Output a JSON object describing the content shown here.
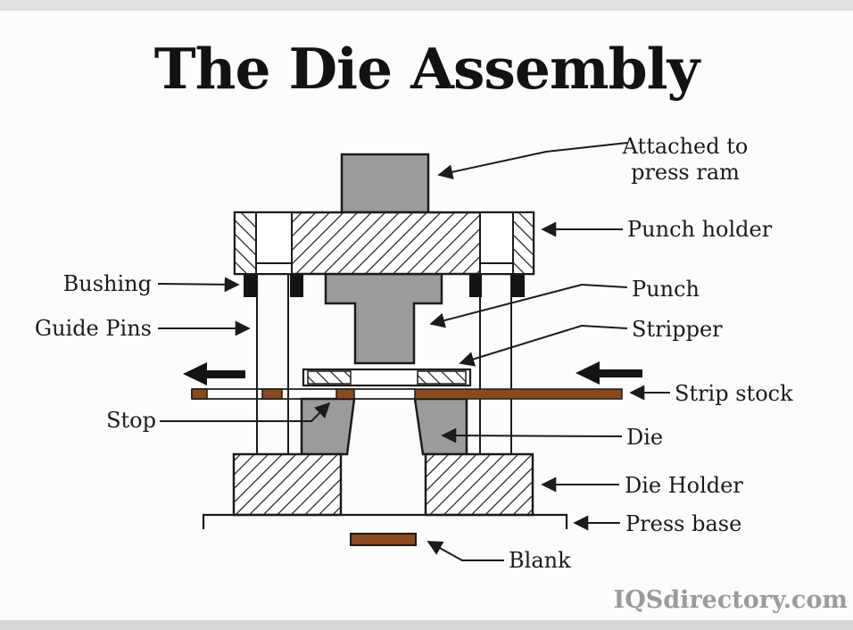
{
  "page": {
    "title": "The Die Assembly",
    "watermark": "IQSdirectory.com"
  },
  "labels": {
    "attached_line1": "Attached to",
    "attached_line2": "press ram",
    "punch_holder": "Punch holder",
    "bushing": "Bushing",
    "guide_pins": "Guide Pins",
    "punch": "Punch",
    "stripper": "Stripper",
    "strip_stock": "Strip stock",
    "stop": "Stop",
    "die": "Die",
    "die_holder": "Die Holder",
    "press_base": "Press base",
    "blank": "Blank"
  },
  "colors": {
    "steel_gray": "#9b9b9b",
    "stock_brown": "#8a4a1d",
    "outline_black": "#1b1b1b",
    "bushing_black": "#141414",
    "background": "#fcfcfc",
    "frame_gray": "#e1e1e1",
    "watermark_gray": "#9b9b9b"
  }
}
